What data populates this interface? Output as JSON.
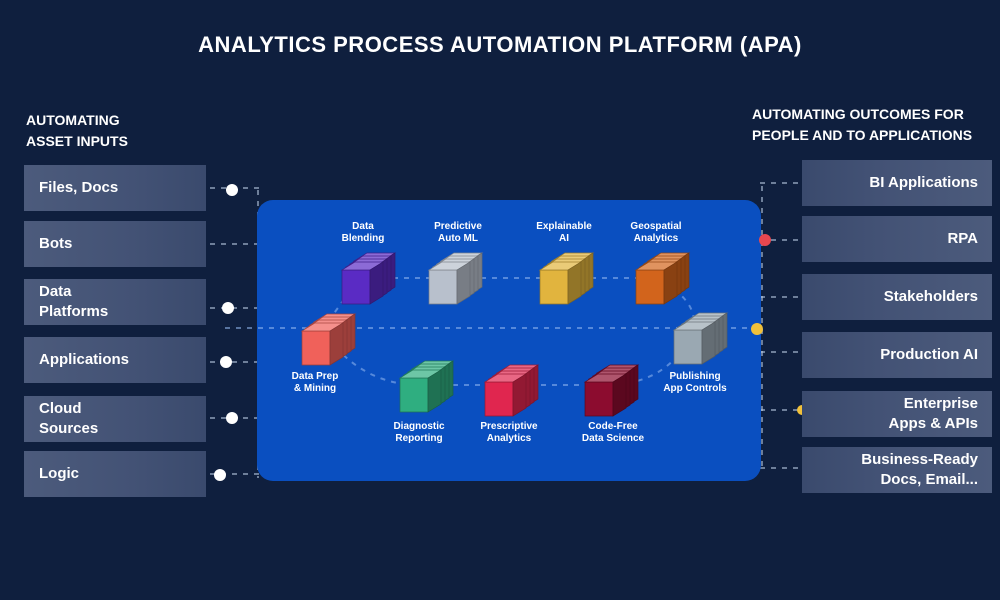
{
  "title": "ANALYTICS PROCESS AUTOMATION PLATFORM (APA)",
  "left_heading": "AUTOMATING\nASSET INPUTS",
  "right_heading": "AUTOMATING OUTCOMES FOR\nPEOPLE AND TO APPLICATIONS",
  "inputs": [
    "Files, Docs",
    "Bots",
    "Data\nPlatforms",
    "Applications",
    "Cloud\nSources",
    "Logic"
  ],
  "outputs": [
    "BI Applications",
    "RPA",
    "Stakeholders",
    "Production AI",
    "Enterprise\nApps & APIs",
    "Business-Ready\nDocs, Email..."
  ],
  "nodes": [
    {
      "label": "Data\nBlending",
      "color": "#5a2bc4",
      "icon": "data-blending-cube-icon"
    },
    {
      "label": "Predictive\nAuto ML",
      "color": "#b8c0cc",
      "icon": "predictive-auto-ml-cube-icon"
    },
    {
      "label": "Explainable\nAI",
      "color": "#e1b43e",
      "icon": "explainable-ai-cube-icon"
    },
    {
      "label": "Geospatial\nAnalytics",
      "color": "#d2641c",
      "icon": "geospatial-analytics-cube-icon"
    },
    {
      "label": "Data Prep\n& Mining",
      "color": "#f0615a",
      "icon": "data-prep-cube-icon"
    },
    {
      "label": "Diagnostic\nReporting",
      "color": "#2fae80",
      "icon": "diagnostic-reporting-cube-icon"
    },
    {
      "label": "Prescriptive\nAnalytics",
      "color": "#e0264f",
      "icon": "prescriptive-analytics-cube-icon"
    },
    {
      "label": "Code-Free\nData Science",
      "color": "#8c0c2f",
      "icon": "code-free-data-science-cube-icon"
    },
    {
      "label": "Publishing\nApp Controls",
      "color": "#9aa8b2",
      "icon": "publishing-app-controls-cube-icon"
    }
  ],
  "colors": {
    "background": "#0f1f3e",
    "platform": "#0a4fc0",
    "card": "#435275",
    "dot_white": "#ffffff",
    "dot_red": "#e8474f",
    "dot_yellow": "#f2c13a"
  }
}
